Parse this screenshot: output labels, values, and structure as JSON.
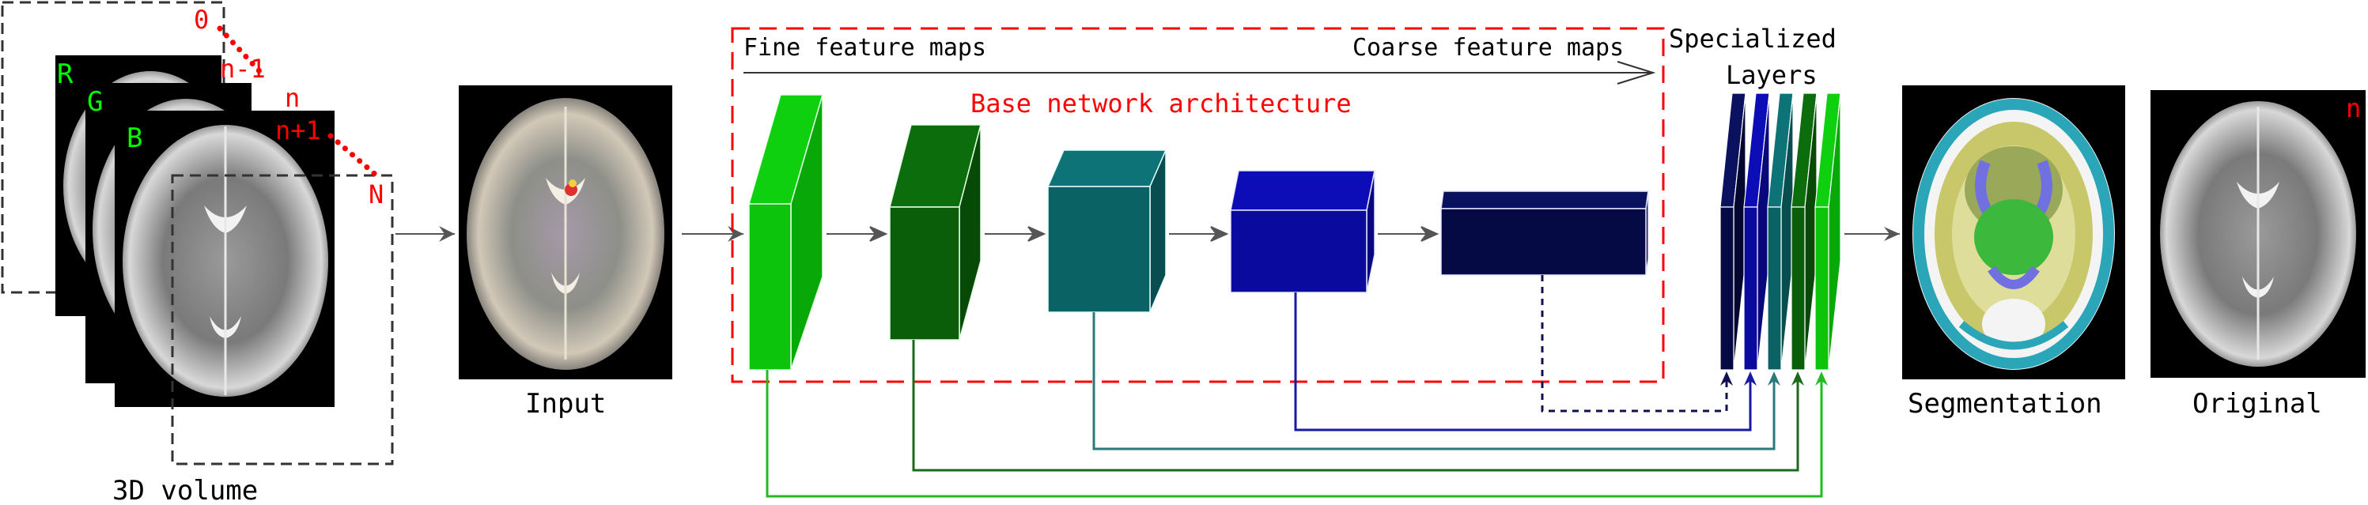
{
  "volume": {
    "channel_labels": [
      "R",
      "G",
      "B"
    ],
    "slice_labels": [
      "0",
      "n-1",
      "n",
      "n+1",
      "N"
    ],
    "caption": "3D volume"
  },
  "input": {
    "caption": "Input"
  },
  "base_network": {
    "title": "Base network architecture",
    "fine_label": "Fine feature maps",
    "coarse_label": "Coarse feature maps"
  },
  "specialized": {
    "line1": "Specialized",
    "line2": "Layers"
  },
  "segmentation": {
    "caption": "Segmentation"
  },
  "original": {
    "caption": "Original",
    "slice_label": "n"
  },
  "colors": {
    "red": "#ff0000",
    "green_label": "#00ff00",
    "block1": "#0bc40b",
    "block2": "#0a5e0a",
    "block3": "#0b6265",
    "block4": "#0a0a9e",
    "block5": "#050a45",
    "link_green": "#22bb22",
    "link_darkgreen": "#1b6b1b",
    "link_teal": "#2a7a7a",
    "link_blue": "#1a1aa0",
    "link_navy": "#101050"
  }
}
